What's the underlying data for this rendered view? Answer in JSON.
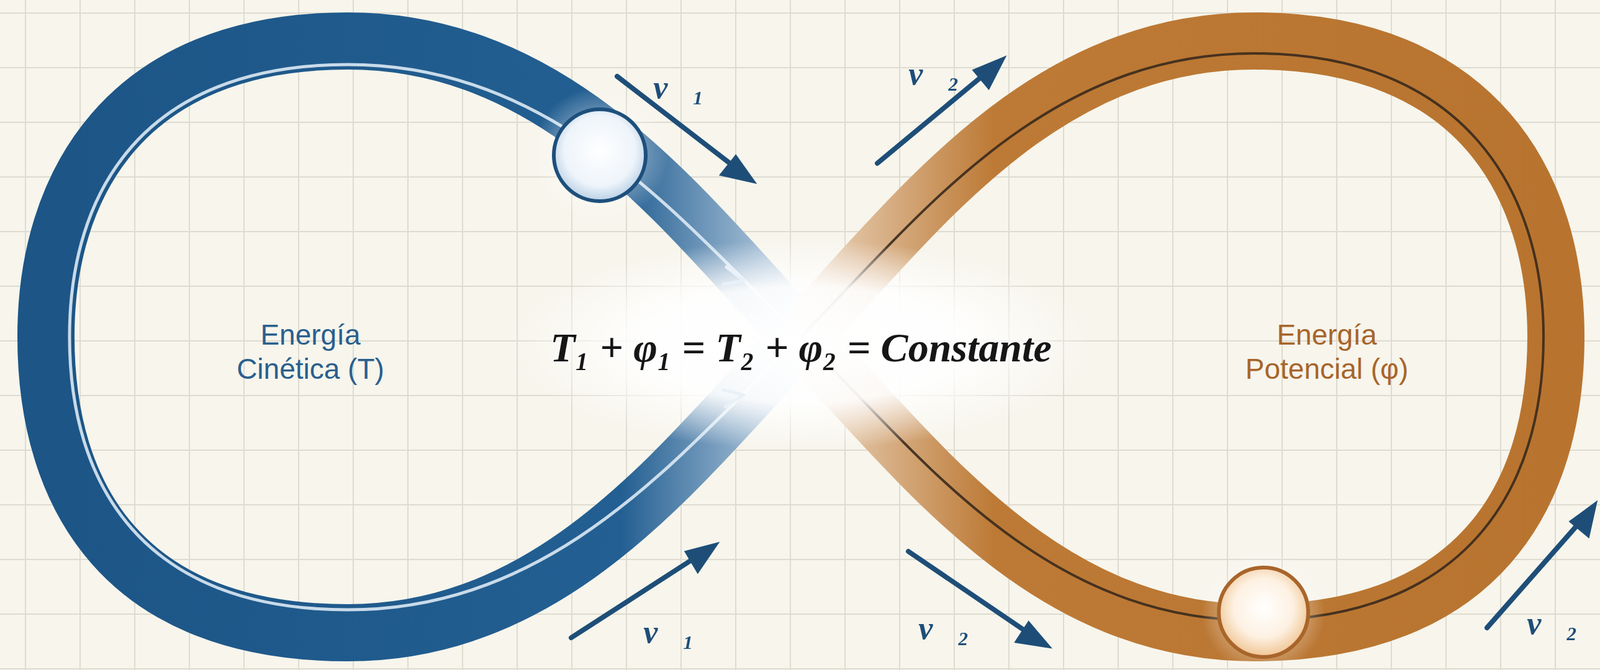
{
  "diagram": {
    "nodes": [
      {
        "text": [
          "Energía Cinética (T)"
        ]
      },
      {
        "text": [
          "Energía Potencial (φ)"
        ]
      }
    ],
    "labels": [
      "v⃗₁",
      "v⃗₂",
      "T₁ + φ₁ = T₂ + φ₂ = Constante",
      "v⃗₁",
      "v⃗₂",
      "v⃗₂"
    ]
  }
}
